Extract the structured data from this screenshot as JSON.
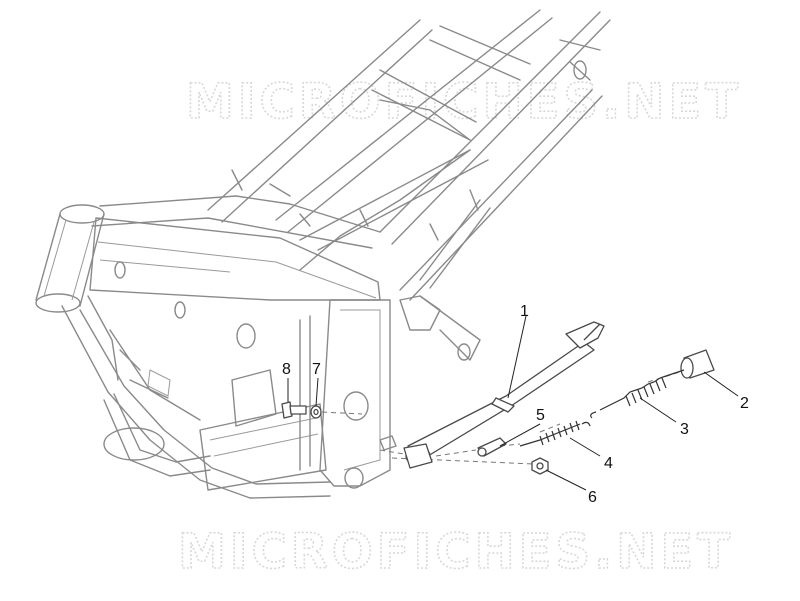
{
  "watermark": {
    "top": "MICROFICHES.NET",
    "bottom": "MICROFICHES.NET"
  },
  "callouts": {
    "part_1": "1",
    "part_2": "2",
    "part_3": "3",
    "part_4": "4",
    "part_5": "5",
    "part_6": "6",
    "part_7": "7",
    "part_8": "8"
  },
  "colors": {
    "frame_line": "#8a8a8a",
    "part_line": "#4a4a4a",
    "watermark": "#d8d8d8"
  }
}
